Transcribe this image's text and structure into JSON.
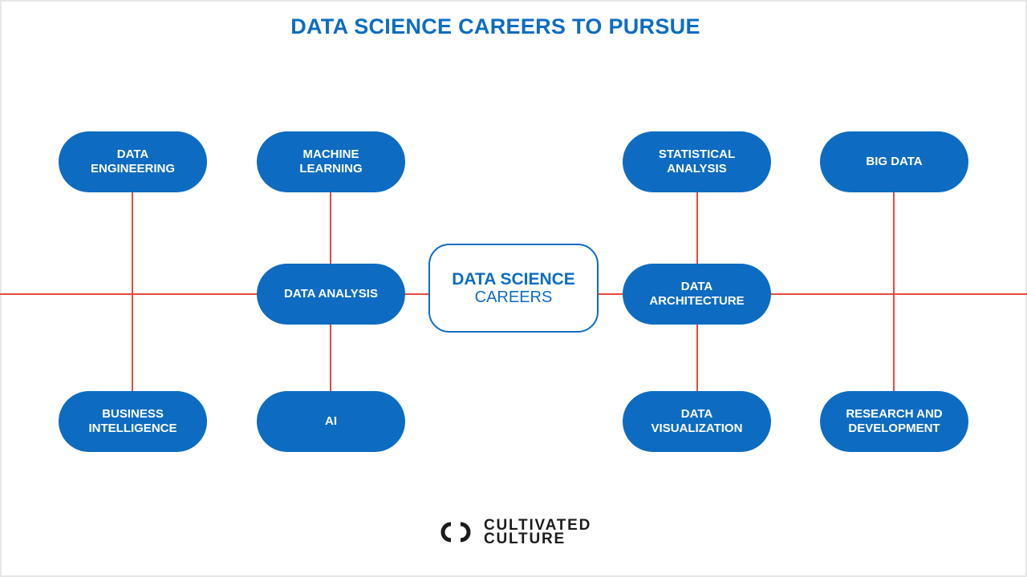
{
  "title": "DATA SCIENCE CAREERS TO PURSUE",
  "center": {
    "line1": "DATA SCIENCE",
    "line2": "CAREERS"
  },
  "nodes": {
    "data_engineering": [
      "DATA",
      "ENGINEERING"
    ],
    "machine_learning": [
      "MACHINE",
      "LEARNING"
    ],
    "data_analysis": [
      "DATA ANALYSIS"
    ],
    "business_intelligence": [
      "BUSINESS",
      "INTELLIGENCE"
    ],
    "ai": [
      "AI"
    ],
    "statistical_analysis": [
      "STATISTICAL",
      "ANALYSIS"
    ],
    "big_data": [
      "BIG DATA"
    ],
    "data_architecture": [
      "DATA",
      "ARCHITECTURE"
    ],
    "data_visualization": [
      "DATA",
      "VISUALIZATION"
    ],
    "research_and_development": [
      "RESEARCH AND",
      "DEVELOPMENT"
    ]
  },
  "brand": {
    "line1": "CULTIVATED",
    "line2": "CULTURE"
  },
  "colors": {
    "accent": "#0d6cc1",
    "connector": "#e5483f",
    "brand_text": "#1b1b1b"
  }
}
